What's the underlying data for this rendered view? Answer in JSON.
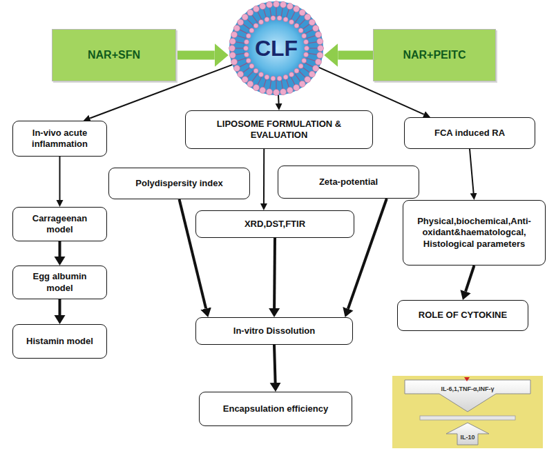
{
  "diagram": {
    "nodes": [
      {
        "text": [
          "CLF"
        ]
      },
      {
        "text": [
          "NAR+SFN"
        ]
      },
      {
        "text": [
          "NAR+PEITC"
        ]
      },
      {
        "text": [
          "In-vivo acute inflammation"
        ]
      },
      {
        "text": [
          "LIPOSOME FORMULATION & EVALUATION"
        ]
      },
      {
        "text": [
          "FCA induced RA"
        ]
      },
      {
        "text": [
          "Polydispersity index"
        ]
      },
      {
        "text": [
          "Zeta-potential"
        ]
      },
      {
        "text": [
          "Carrageenan model"
        ]
      },
      {
        "text": [
          "XRD,DST,FTIR"
        ]
      },
      {
        "text": [
          "Physical,biochemical,Anti- oxidant&haematologcal, Histological parameters"
        ]
      },
      {
        "text": [
          "Egg albumin model"
        ]
      },
      {
        "text": [
          "In-vitro Dissolution"
        ]
      },
      {
        "text": [
          "ROLE OF CYTOKINE"
        ]
      },
      {
        "text": [
          "Histamin model"
        ]
      },
      {
        "text": [
          "Encapsulation efficiency"
        ]
      },
      {
        "text": [
          "IL-6,1,TNF-α,INF-γ",
          "IL-10"
        ]
      }
    ],
    "edges": [
      {
        "from": 1,
        "to": 0,
        "arrow": "to"
      },
      {
        "from": 2,
        "to": 0,
        "arrow": "to"
      },
      {
        "from": 0,
        "to": 3,
        "arrow": "to"
      },
      {
        "from": 0,
        "to": 4,
        "arrow": "to"
      },
      {
        "from": 0,
        "to": 5,
        "arrow": "to"
      },
      {
        "from": 3,
        "to": 8,
        "arrow": "to"
      },
      {
        "from": 8,
        "to": 11,
        "arrow": "to"
      },
      {
        "from": 11,
        "to": 14,
        "arrow": "to"
      },
      {
        "from": 4,
        "to": 9,
        "arrow": "to"
      },
      {
        "from": 6,
        "to": 12,
        "arrow": "to"
      },
      {
        "from": 9,
        "to": 12,
        "arrow": "to"
      },
      {
        "from": 7,
        "to": 12,
        "arrow": "to"
      },
      {
        "from": 12,
        "to": 15,
        "arrow": "to"
      },
      {
        "from": 5,
        "to": 10,
        "arrow": "to"
      },
      {
        "from": 10,
        "to": 13,
        "arrow": "to"
      }
    ]
  }
}
